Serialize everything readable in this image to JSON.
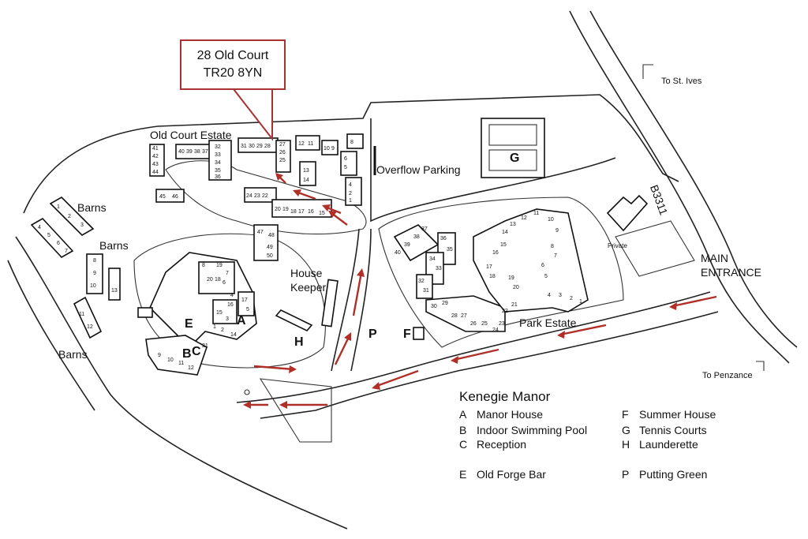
{
  "callout": {
    "line1": "28 Old Court",
    "line2": "TR20 8YN"
  },
  "labels": {
    "old_court_estate": "Old Court Estate",
    "overflow_parking": "Overflow Parking",
    "barns": "Barns",
    "house_keeper": "House Keeper",
    "park_estate": "Park Estate",
    "main_entrance": "MAIN ENTRANCE",
    "to_st_ives": "To St. Ives",
    "to_penzance": "To Penzance",
    "b3311": "B3311",
    "private": "Private"
  },
  "area_letters": {
    "a": "A",
    "b": "B",
    "c": "C",
    "e": "E",
    "f": "F",
    "g": "G",
    "h": "H",
    "p": "P"
  },
  "legend": {
    "title": "Kenegie Manor",
    "items": [
      {
        "key": "A",
        "label": "Manor House"
      },
      {
        "key": "B",
        "label": "Indoor Swimming Pool"
      },
      {
        "key": "C",
        "label": "Reception"
      },
      {
        "key": "E",
        "label": "Old Forge Bar"
      },
      {
        "key": "F",
        "label": "Summer House"
      },
      {
        "key": "G",
        "label": "Tennis Courts"
      },
      {
        "key": "H",
        "label": "Launderette"
      },
      {
        "key": "P",
        "label": "Putting Green"
      }
    ]
  },
  "colors": {
    "route_arrow": "#b03028",
    "callout_border": "#a83232"
  }
}
